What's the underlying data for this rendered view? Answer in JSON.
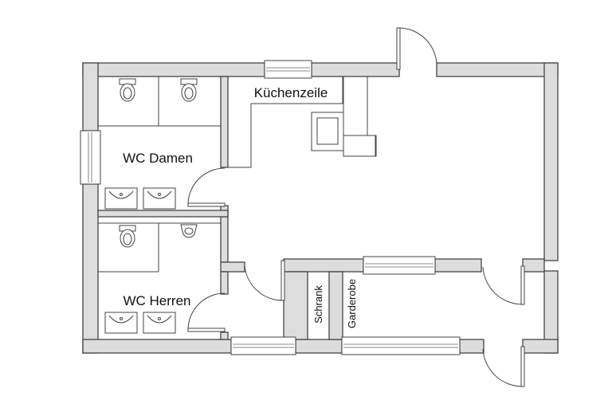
{
  "rooms": {
    "wc_damen": "WC Damen",
    "wc_herren": "WC Herren",
    "kuechenzeile": "Küchenzeile",
    "schrank": "Schrank",
    "garderobe": "Garderobe"
  },
  "fixtures": {
    "toilet_icon": "toilet-icon",
    "urinal_icon": "urinal-icon",
    "sink_icon": "sink-icon",
    "stove_icon": "stove-icon"
  },
  "colors": {
    "wall_fill": "#dddddd",
    "line": "#444444"
  }
}
